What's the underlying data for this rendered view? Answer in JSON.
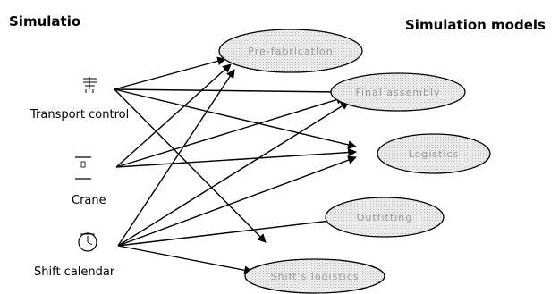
{
  "titles": {
    "left": "Simulatio",
    "right": "Simulation models"
  },
  "components": [
    {
      "id": "transport",
      "label": "Transport control",
      "icon": "transport-control-icon"
    },
    {
      "id": "crane",
      "label": "Crane",
      "icon": "crane-icon"
    },
    {
      "id": "shift",
      "label": "Shift calendar",
      "icon": "clock-icon"
    }
  ],
  "models": [
    {
      "id": "m1",
      "label": "Pre-fabrication"
    },
    {
      "id": "m2",
      "label": "Final assembly"
    },
    {
      "id": "m3",
      "label": "Logistics"
    },
    {
      "id": "m4",
      "label": "Outfitting"
    },
    {
      "id": "m5",
      "label": "Shift's logistics"
    }
  ],
  "connections": [
    [
      "transport",
      "m1"
    ],
    [
      "transport",
      "m2"
    ],
    [
      "transport",
      "m3"
    ],
    [
      "transport",
      "m5"
    ],
    [
      "crane",
      "m1"
    ],
    [
      "crane",
      "m2"
    ],
    [
      "crane",
      "m3"
    ],
    [
      "shift",
      "m1"
    ],
    [
      "shift",
      "m2"
    ],
    [
      "shift",
      "m3"
    ],
    [
      "shift",
      "m4"
    ],
    [
      "shift",
      "m5"
    ]
  ],
  "colors": {
    "ellipse_fill": "#e6e6e6",
    "ellipse_stroke": "#000000",
    "arrow": "#000000"
  }
}
